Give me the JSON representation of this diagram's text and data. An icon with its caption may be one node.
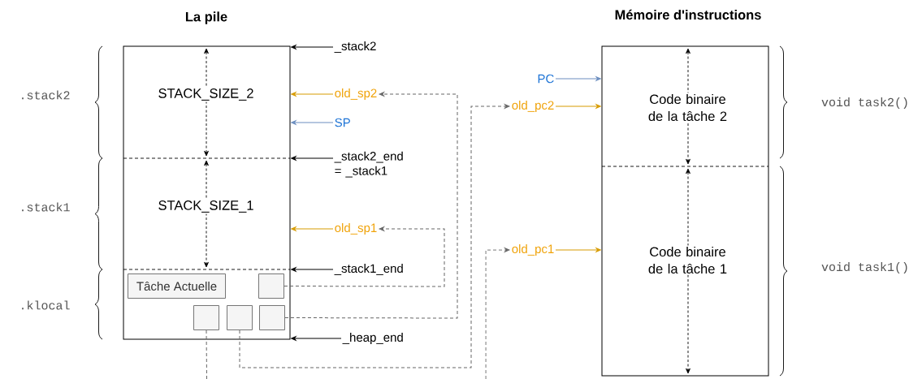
{
  "diagram": {
    "nodes": [
      {
        "text": [
          "La pile"
        ]
      },
      {
        "text": [
          "STACK_SIZE_2"
        ],
        "in": 0
      },
      {
        "text": [
          "STACK_SIZE_1"
        ],
        "in": 0
      },
      {
        "text": [
          "Tâche Actuelle"
        ],
        "in": 0
      },
      {
        "text": [],
        "shape": "box",
        "in": 0
      },
      {
        "text": [],
        "shape": "box",
        "in": 0
      },
      {
        "text": [],
        "shape": "box",
        "in": 0
      },
      {
        "text": [],
        "shape": "box",
        "in": 0
      },
      {
        "text": [
          "_stack2"
        ]
      },
      {
        "text": [
          "old_sp2"
        ]
      },
      {
        "text": [
          "SP"
        ]
      },
      {
        "text": [
          "_stack2_end = _stack1"
        ]
      },
      {
        "text": [
          "old_sp1"
        ]
      },
      {
        "text": [
          "_stack1_end"
        ]
      },
      {
        "text": [
          "_heap_end"
        ]
      },
      {
        "text": [
          "Mémoire d'instructions"
        ]
      },
      {
        "text": [
          "Code binaire de la tâche 2"
        ],
        "in": 15
      },
      {
        "text": [
          "Code binaire de la tâche 1"
        ],
        "in": 15
      },
      {
        "text": [
          "PC"
        ]
      },
      {
        "text": [
          "old_pc2"
        ]
      },
      {
        "text": [
          "old_pc1"
        ]
      }
    ],
    "edges": [
      {
        "from": 8,
        "to": 0,
        "arrow": "to",
        "color": "#000000"
      },
      {
        "from": 9,
        "to": 0,
        "arrow": "to",
        "color": "#d79b00"
      },
      {
        "from": 10,
        "to": 0,
        "arrow": "to",
        "color": "#6c8ebf"
      },
      {
        "from": 11,
        "to": 0,
        "arrow": "to",
        "color": "#000000"
      },
      {
        "from": 12,
        "to": 0,
        "arrow": "to",
        "color": "#d79b00"
      },
      {
        "from": 13,
        "to": 0,
        "arrow": "to",
        "color": "#000000"
      },
      {
        "from": 14,
        "to": 0,
        "arrow": "to",
        "color": "#000000"
      },
      {
        "from": 4,
        "to": 12,
        "arrow": "to",
        "style": "dashed",
        "color": "#666666"
      },
      {
        "from": 7,
        "to": 9,
        "arrow": "to",
        "style": "dashed",
        "color": "#666666"
      },
      {
        "from": 6,
        "to": 19,
        "arrow": "to",
        "style": "dashed",
        "color": "#666666"
      },
      {
        "from": null,
        "to": 20,
        "arrow": "to",
        "style": "dashed",
        "color": "#666666"
      },
      {
        "from": 5,
        "to": null,
        "arrow": "none",
        "style": "dashed",
        "color": "#666666"
      },
      {
        "from": 18,
        "to": 15,
        "arrow": "to",
        "color": "#6c8ebf"
      },
      {
        "from": 19,
        "to": 15,
        "arrow": "to",
        "color": "#d79b00"
      },
      {
        "from": 20,
        "to": 15,
        "arrow": "to",
        "color": "#d79b00"
      }
    ],
    "labels": [
      ".stack2",
      ".stack1",
      ".klocal",
      "void task2()",
      "void task1()"
    ]
  }
}
